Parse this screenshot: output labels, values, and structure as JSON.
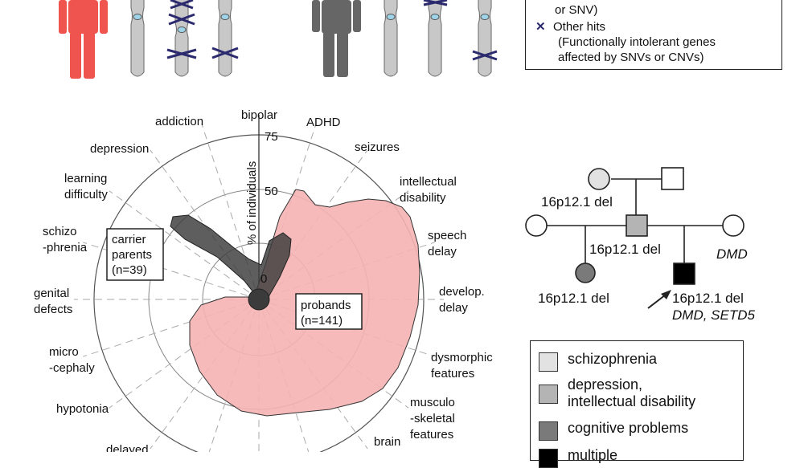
{
  "top_legend": {
    "cnv_snv_tail": "or SNV)",
    "other_hits_label": "Other hits",
    "other_hits_desc_1": "(Functionally intolerant genes",
    "other_hits_desc_2": "affected by SNVs or CNVs)",
    "hits_mark_color": "#2c2a6e"
  },
  "radar": {
    "axis_labels": [
      "bipolar",
      "ADHD",
      "seizures",
      "intellectual disability",
      "speech delay",
      "develop. delay",
      "dysmorphic features",
      "musculo -skeletal features",
      "brain abnormalities",
      "delayed",
      "hypotonia",
      "micro -cephaly",
      "genital defects",
      "schizo -phrenia",
      "learning difficulty",
      "depression",
      "addiction"
    ],
    "radial_label": "% of individuals",
    "ticks": [
      "75",
      "50",
      "0"
    ],
    "carrier_label_1": "carrier",
    "carrier_label_2": "parents",
    "carrier_label_3": "(n=39)",
    "proband_label_1": "probands",
    "proband_label_2": "(n=141)",
    "colors": {
      "probands": "#f5a9a9",
      "carriers": "#3b3b3b"
    }
  },
  "pedigree": {
    "label_mother": "16p12.1 del",
    "label_father": "16p12.1 del",
    "label_spouse": "DMD",
    "label_sibling": "16p12.1 del",
    "label_proband_1": "16p12.1 del",
    "label_proband_2": "DMD, SETD5"
  },
  "bottom_legend": {
    "items": [
      {
        "label": "schizophrenia",
        "color": "#e2e2e2"
      },
      {
        "label": "depression,",
        "label2": "intellectual disability",
        "color": "#b4b4b4"
      },
      {
        "label": "cognitive problems",
        "color": "#7a7a7a"
      },
      {
        "label": "multiple",
        "color": "#000000"
      }
    ]
  }
}
